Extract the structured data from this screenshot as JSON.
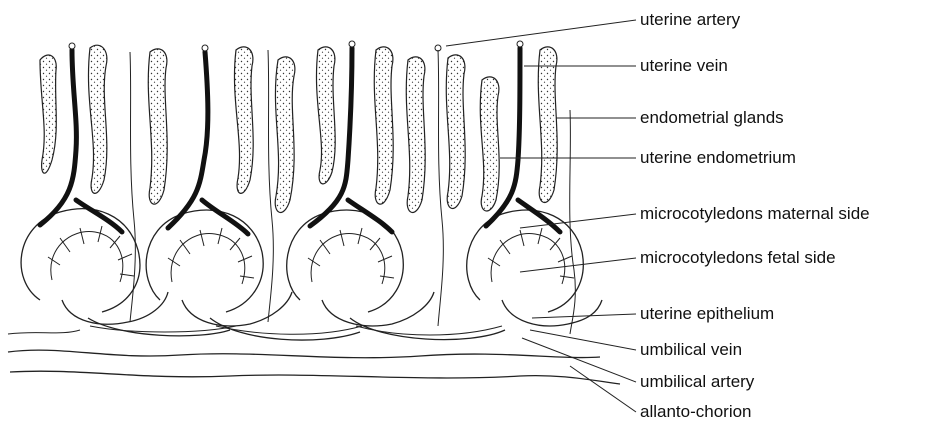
{
  "labels": {
    "uterine_artery": "uterine artery",
    "uterine_vein": "uterine vein",
    "endometrial_glands": "endometrial glands",
    "uterine_endometrium": "uterine endometrium",
    "microcotyledons_maternal": "microcotyledons maternal side",
    "microcotyledons_fetal": "microcotyledons fetal side",
    "uterine_epithelium": "uterine epithelium",
    "umbilical_vein": "umbilical vein",
    "umbilical_artery": "umbilical artery",
    "allanto_chorion": "allanto-chorion"
  },
  "colors": {
    "ink": "#111111",
    "background": "#ffffff"
  }
}
